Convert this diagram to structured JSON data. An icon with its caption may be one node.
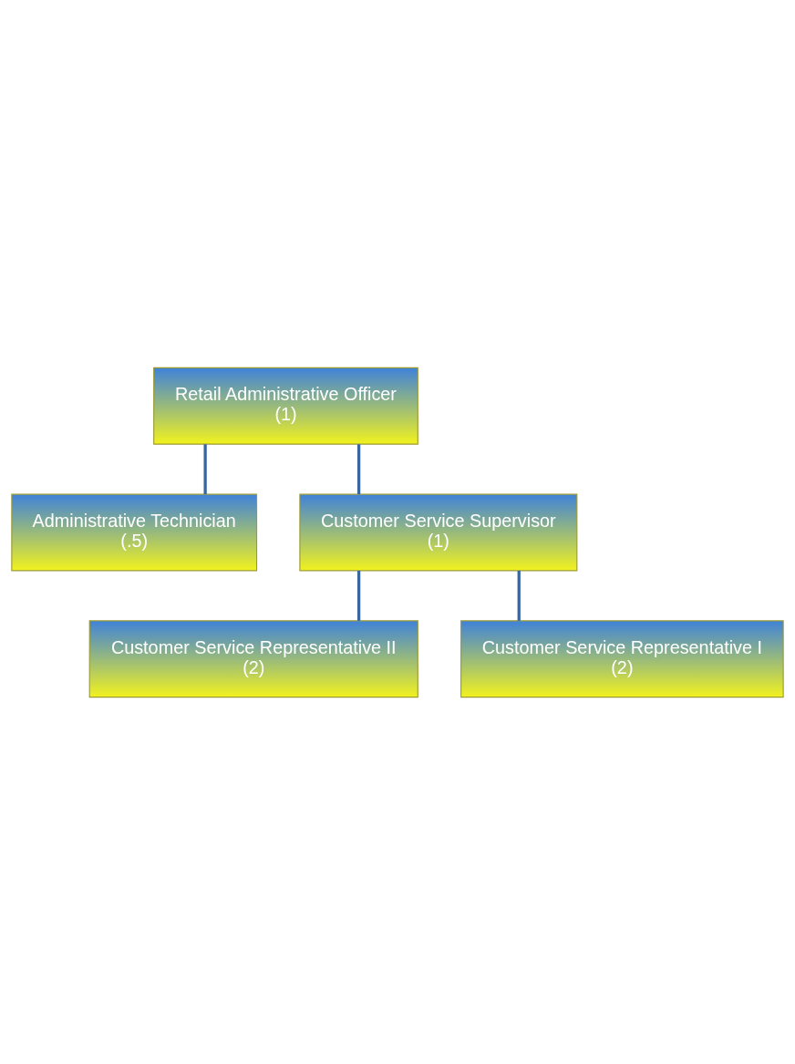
{
  "diagram": {
    "nodes": [
      {
        "text": [
          "Retail Administrative Officer",
          "(1)"
        ]
      },
      {
        "text": [
          "Administrative Technician",
          "(.5)"
        ]
      },
      {
        "text": [
          "Customer Service Supervisor",
          "(1)"
        ]
      },
      {
        "text": [
          "Customer Service Representative II",
          "(2)"
        ]
      },
      {
        "text": [
          "Customer Service Representative I",
          "(2)"
        ]
      }
    ],
    "edges": [
      {
        "from": 0,
        "to": 1,
        "arrow": "none"
      },
      {
        "from": 0,
        "to": 2,
        "arrow": "none"
      },
      {
        "from": 2,
        "to": 3,
        "arrow": "none"
      },
      {
        "from": 2,
        "to": 4,
        "arrow": "none"
      }
    ]
  }
}
